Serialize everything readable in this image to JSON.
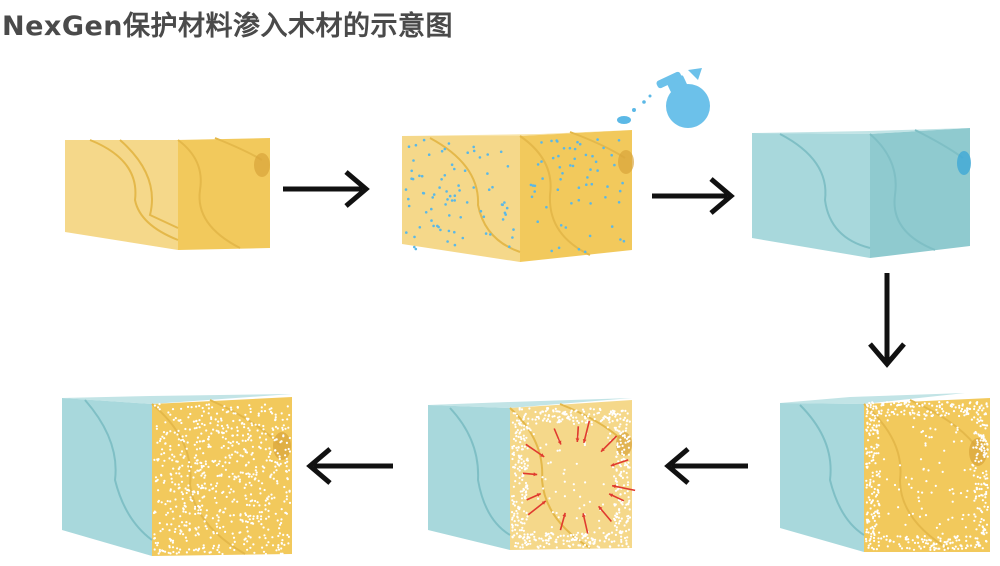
{
  "title": "NexGen保护材料渗入木材的示意图",
  "colors": {
    "wood_front": "#f5d88a",
    "wood_side": "#f2c95c",
    "wood_top": "#f8e3a6",
    "wood_line": "#e4b84a",
    "wood_core": "#d9a43a",
    "blue_front": "#a8d8dc",
    "blue_side": "#8fcacf",
    "blue_top": "#c2e4e6",
    "blue_line": "#7fbfc5",
    "blue_core": "#3fa7d6",
    "droplet": "#5bb8e6",
    "sprayer": "#6cc1ea",
    "arrow": "#111111",
    "red_arrow": "#e03a2f",
    "dots": "#ffffff"
  },
  "steps": [
    {
      "id": 1,
      "state": "untreated-wood"
    },
    {
      "id": 2,
      "state": "spray-applied"
    },
    {
      "id": 3,
      "state": "surface-coated"
    },
    {
      "id": 4,
      "state": "cut-section"
    },
    {
      "id": 5,
      "state": "penetration-spreading"
    },
    {
      "id": 6,
      "state": "fully-penetrated"
    }
  ],
  "icons": [
    "spray-bottle-icon",
    "arrow-right-icon",
    "arrow-down-icon",
    "arrow-left-icon"
  ]
}
